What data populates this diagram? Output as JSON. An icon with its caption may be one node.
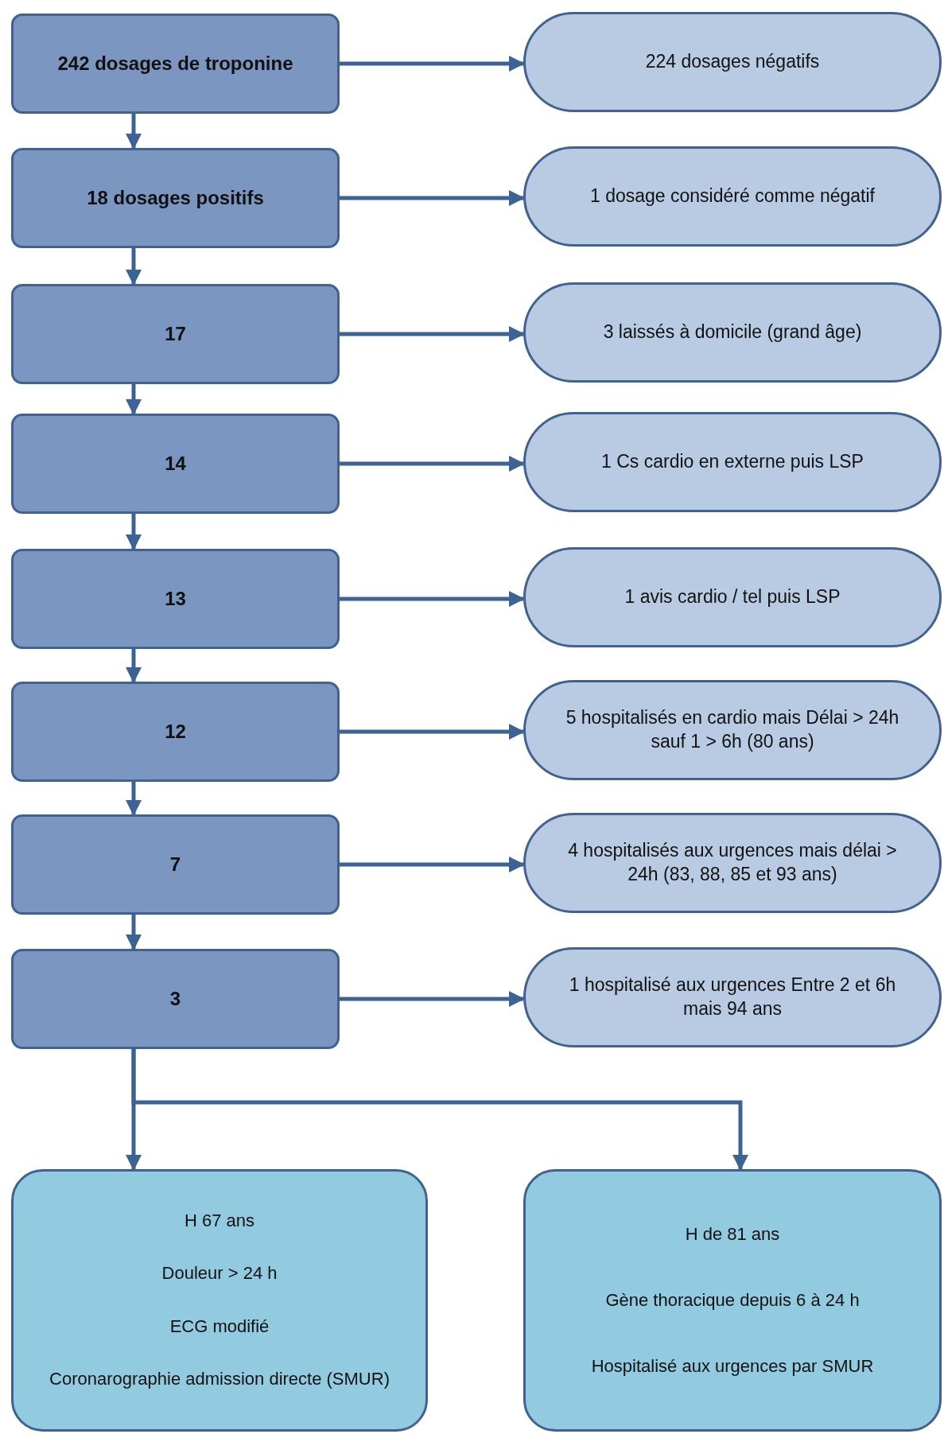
{
  "diagram": {
    "nodes": [
      {
        "text": [
          "242 dosages de troponine"
        ]
      },
      {
        "text": [
          "18 dosages positifs"
        ]
      },
      {
        "text": [
          "17"
        ]
      },
      {
        "text": [
          "14"
        ]
      },
      {
        "text": [
          "13"
        ]
      },
      {
        "text": [
          "12"
        ]
      },
      {
        "text": [
          "7"
        ]
      },
      {
        "text": [
          "3"
        ]
      },
      {
        "text": [
          "224 dosages négatifs"
        ]
      },
      {
        "text": [
          "1 dosage considéré comme négatif"
        ]
      },
      {
        "text": [
          "3 laissés à domicile (grand âge)"
        ]
      },
      {
        "text": [
          "1 Cs cardio en externe puis LSP"
        ]
      },
      {
        "text": [
          "1 avis cardio / tel puis LSP"
        ]
      },
      {
        "text": [
          "5 hospitalisés en cardio mais Délai > 24h sauf 1 > 6h (80 ans)"
        ]
      },
      {
        "text": [
          "4 hospitalisés aux urgences mais délai > 24h (83, 88, 85 et 93 ans)"
        ]
      },
      {
        "text": [
          "1 hospitalisé aux urgences Entre 2 et 6h mais 94 ans"
        ]
      },
      {
        "text": [
          "H 67 ans",
          "Douleur > 24 h",
          "ECG modifié",
          "Coronarographie admission directe (SMUR)"
        ]
      },
      {
        "text": [
          "H de 81 ans",
          "Gène thoracique depuis 6 à 24 h",
          "Hospitalisé aux urgences par SMUR"
        ]
      }
    ],
    "edges": [
      {
        "from": 0,
        "to": 1,
        "arrow": "to"
      },
      {
        "from": 1,
        "to": 2,
        "arrow": "to"
      },
      {
        "from": 2,
        "to": 3,
        "arrow": "to"
      },
      {
        "from": 3,
        "to": 4,
        "arrow": "to"
      },
      {
        "from": 4,
        "to": 5,
        "arrow": "to"
      },
      {
        "from": 5,
        "to": 6,
        "arrow": "to"
      },
      {
        "from": 6,
        "to": 7,
        "arrow": "to"
      },
      {
        "from": 7,
        "to": 16,
        "arrow": "to"
      },
      {
        "from": 7,
        "to": 17,
        "arrow": "to"
      },
      {
        "from": 0,
        "to": 8,
        "arrow": "to"
      },
      {
        "from": 1,
        "to": 9,
        "arrow": "to"
      },
      {
        "from": 2,
        "to": 10,
        "arrow": "to"
      },
      {
        "from": 3,
        "to": 11,
        "arrow": "to"
      },
      {
        "from": 4,
        "to": 12,
        "arrow": "to"
      },
      {
        "from": 5,
        "to": 13,
        "arrow": "to"
      },
      {
        "from": 6,
        "to": 14,
        "arrow": "to"
      },
      {
        "from": 7,
        "to": 15,
        "arrow": "to"
      }
    ]
  }
}
